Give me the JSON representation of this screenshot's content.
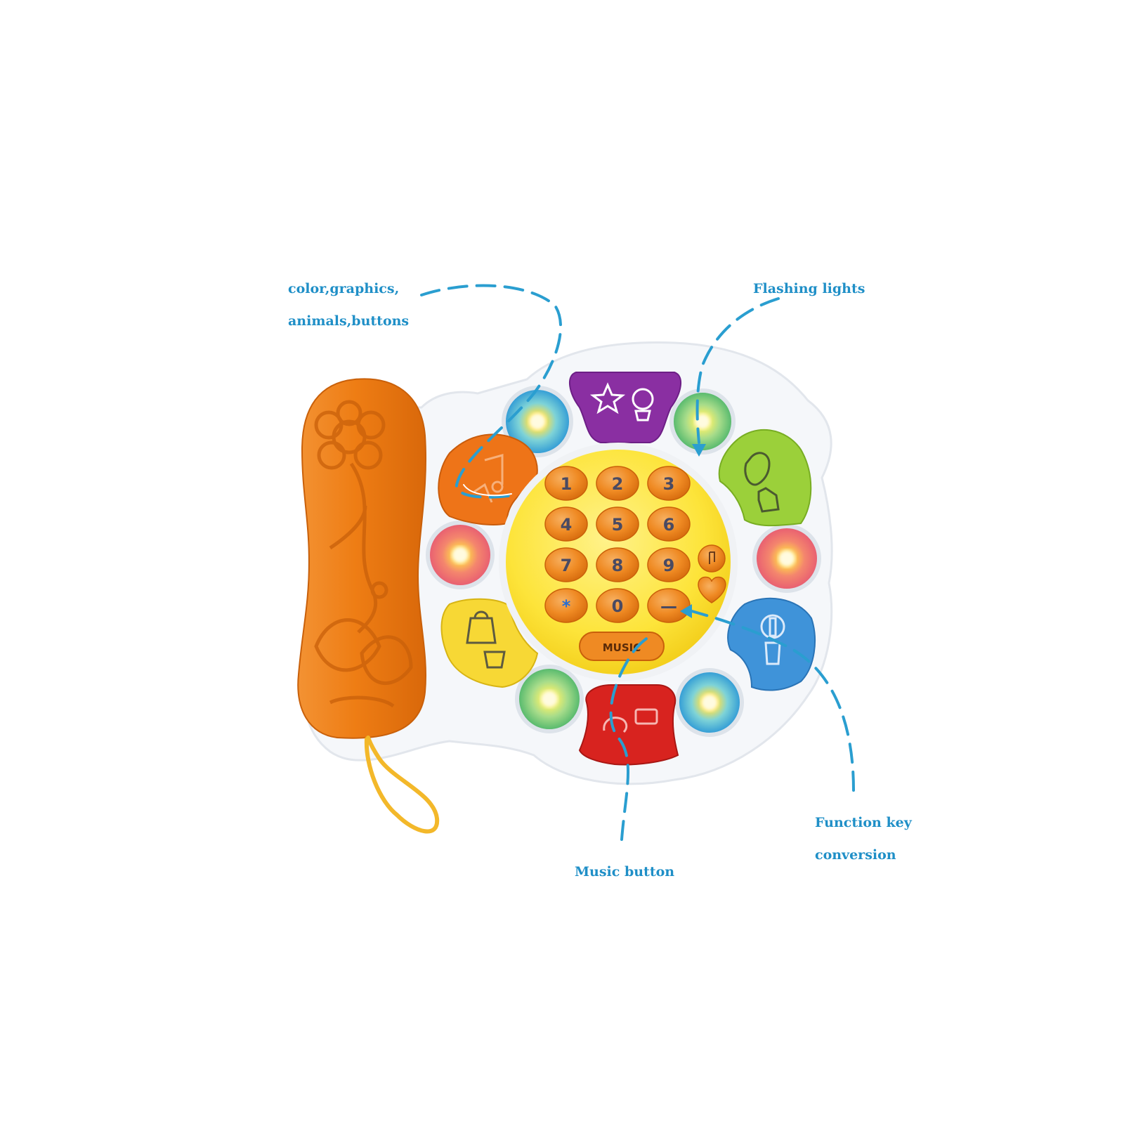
{
  "colors": {
    "callout": "#1f8fc7",
    "base": "#f5f7fa",
    "handset": "#ee7d14",
    "handset_dark": "#c9600a",
    "keypad": "#fde43a",
    "key": "#ef8a23",
    "key_text": "#4a4a62",
    "petal_purple": "#8a2fa2",
    "petal_orange": "#ee7418",
    "petal_green": "#9bd03a",
    "petal_blue": "#3f93d9",
    "petal_yellow": "#f7d835",
    "petal_red": "#d8231f",
    "cord": "#f3b82a"
  },
  "callouts": {
    "graphics_line1": "color,graphics,",
    "graphics_line2": "animals,buttons",
    "flashing": "Flashing lights",
    "function_line1": "Function key",
    "function_line2": "conversion",
    "music": "Music button"
  },
  "keypad": {
    "keys": [
      "1",
      "2",
      "3",
      "4",
      "5",
      "6",
      "7",
      "8",
      "9",
      "*",
      "0",
      "—"
    ],
    "music_label": "MUSIC"
  },
  "icons": {
    "lights": [
      "flashing-light-icon"
    ],
    "petals": [
      "star-animal-icon",
      "music-note-icon",
      "apple-cat-icon",
      "bottle-icon",
      "phone-icon",
      "bag-icon"
    ]
  }
}
